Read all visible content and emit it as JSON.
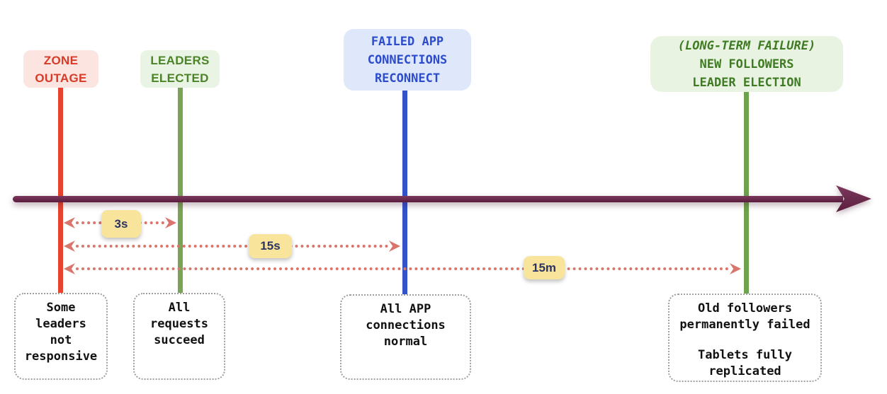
{
  "diagram": {
    "type": "timeline",
    "direction": "left-to-right"
  },
  "event_labels": {
    "zone_outage": {
      "lines": [
        "ZONE",
        "OUTAGE"
      ],
      "text_color": "#d73b27",
      "bg_color": "#fce5e1",
      "line_color": "#e8432f"
    },
    "leaders_elected": {
      "lines": [
        "LEADERS",
        "ELECTED"
      ],
      "text_color": "#4a8427",
      "bg_color": "#eaf4e5",
      "line_color": "#79a456"
    },
    "failed_app": {
      "lines": [
        "FAILED APP",
        "CONNECTIONS",
        "RECONNECT"
      ],
      "text_color": "#2c4ccc",
      "bg_color": "#dfe8fb",
      "line_color": "#3353cb"
    },
    "long_term": {
      "lines": [
        "(LONG-TERM FAILURE)",
        "NEW FOLLOWERS",
        "LEADER ELECTION"
      ],
      "first_line_italic": true,
      "text_color": "#3e7b22",
      "bg_color": "#e8f3e2",
      "line_color": "#6da24e"
    }
  },
  "intervals": [
    {
      "label": "3s",
      "from": "zone_outage",
      "to": "leaders_elected"
    },
    {
      "label": "15s",
      "from": "zone_outage",
      "to": "failed_app"
    },
    {
      "label": "15m",
      "from": "zone_outage",
      "to": "long_term"
    }
  ],
  "interval_style": {
    "arrow_color": "#d9756b",
    "badge_bg": "#f8e49b",
    "badge_text_color": "#2b3464"
  },
  "axis": {
    "color": "#6a2a4e"
  },
  "state_notes": {
    "note1": {
      "lines": [
        "Some",
        "leaders",
        "not",
        "responsive"
      ]
    },
    "note2": {
      "lines": [
        "All",
        "requests",
        "succeed"
      ]
    },
    "note3": {
      "lines": [
        "All APP",
        "connections",
        "normal"
      ]
    },
    "note4": {
      "para1": [
        "Old followers",
        "permanently failed"
      ],
      "para2": [
        "Tablets fully",
        "replicated"
      ]
    },
    "border_color": "#9e9e9e"
  }
}
